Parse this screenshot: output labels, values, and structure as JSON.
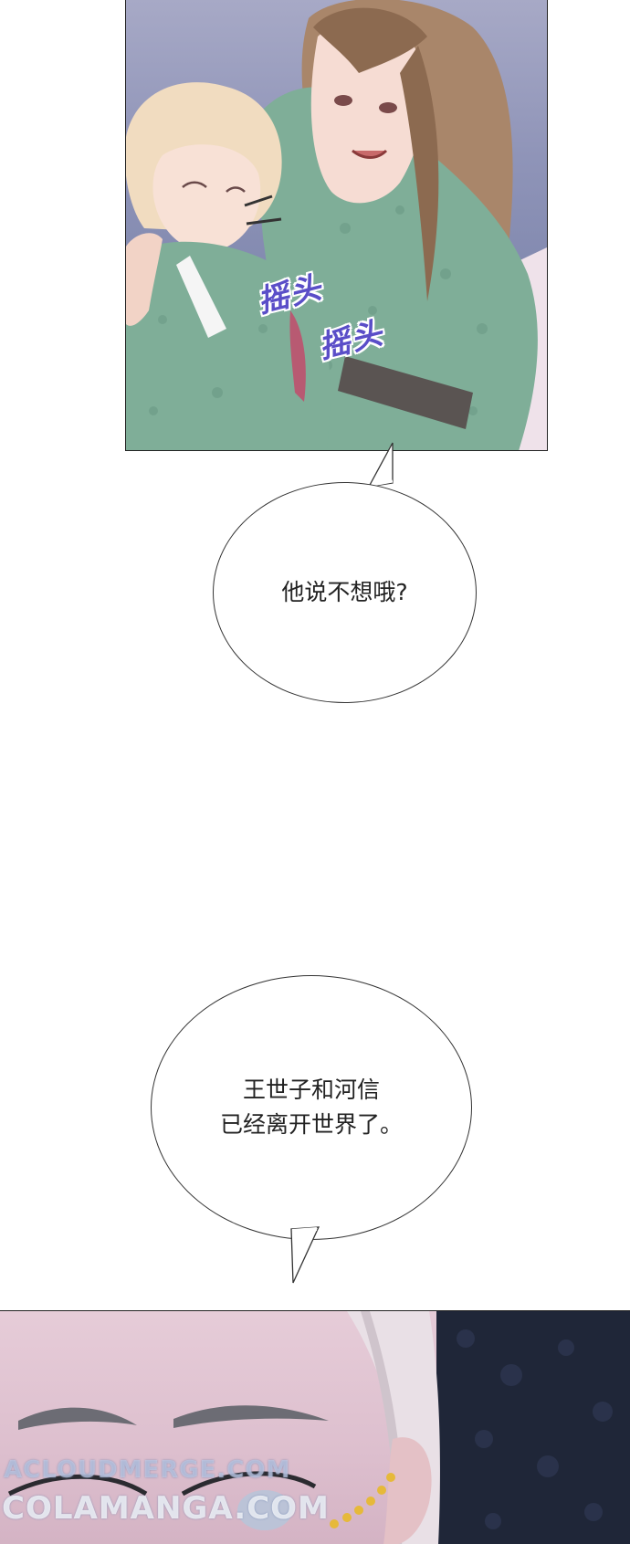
{
  "panels": {
    "top": {
      "sfx": [
        "摇头",
        "摇头"
      ]
    }
  },
  "bubbles": [
    {
      "lines": [
        "他说不想哦?"
      ]
    },
    {
      "lines": [
        "王世子和河信",
        "已经离开世界了。"
      ]
    }
  ],
  "watermarks": [
    "ACLOUDMERGE.COM",
    "COLAMANGA.COM"
  ],
  "colors": {
    "sfx": "#5a4ec8",
    "robe_green": "#7fae98",
    "hair_brown": "#9a7a5e",
    "hair_blond": "#f1dcc0"
  }
}
